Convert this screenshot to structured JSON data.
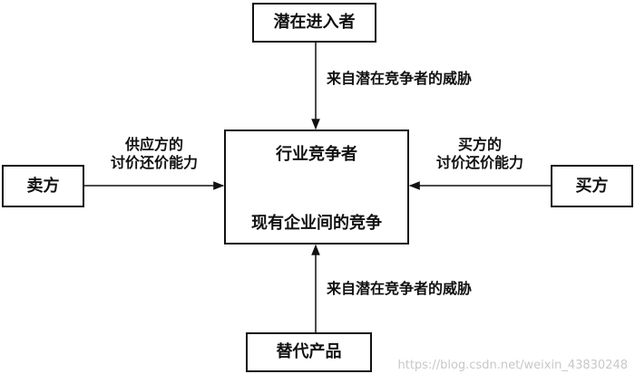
{
  "nodes": {
    "potential_entrants": "潜在进入者",
    "rivalry_title": "行业竞争者",
    "rivalry_subtitle": "现有企业间的竞争",
    "sellers": "卖方",
    "buyers": "买方",
    "substitutes": "替代产品"
  },
  "edges": {
    "top_label": "来自潜在竞争者的威胁",
    "bottom_label": "来自潜在竞争者的威胁",
    "left_label_line1": "供应方的",
    "left_label_line2": "讨价还价能力",
    "right_label_line1": "买方的",
    "right_label_line2": "讨价还价能力"
  },
  "watermark": "https://blog.csdn.net/weixin_43830248"
}
